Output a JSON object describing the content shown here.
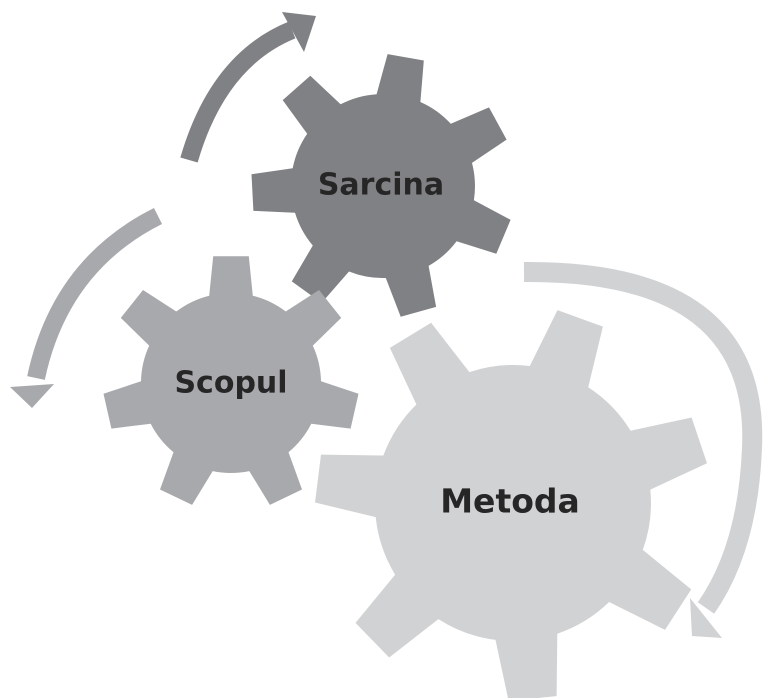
{
  "diagram": {
    "gears": [
      {
        "id": "sarcina",
        "label": "Sarcina",
        "color": "#808184"
      },
      {
        "id": "scopul",
        "label": "Scopul",
        "color": "#a7a9ac"
      },
      {
        "id": "metoda",
        "label": "Metoda",
        "color": "#d1d2d4"
      }
    ],
    "arrows": [
      {
        "id": "top",
        "color": "#808184",
        "direction": "clockwise"
      },
      {
        "id": "left",
        "color": "#a7a9ac",
        "direction": "counterclockwise"
      },
      {
        "id": "right",
        "color": "#d1d2d4",
        "direction": "clockwise"
      }
    ]
  }
}
